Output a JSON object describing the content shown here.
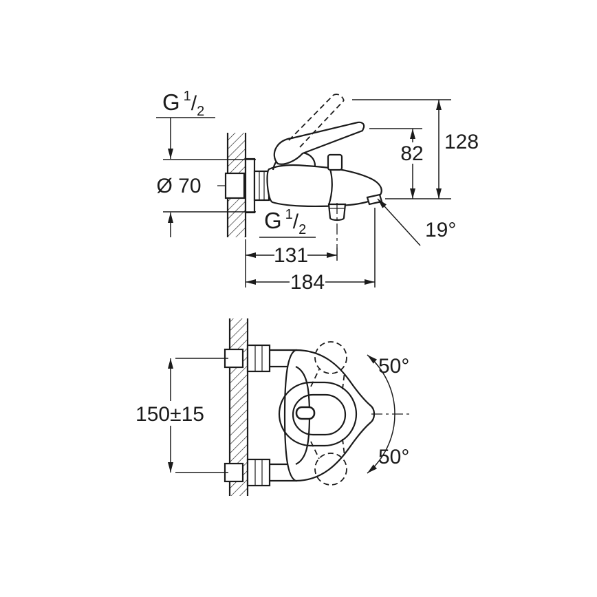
{
  "drawing": {
    "side_view": {
      "inlet_thread": {
        "prefix": "G",
        "numerator": "1",
        "separator": "/",
        "denominator": "2"
      },
      "escutcheon_diameter": "Ø 70",
      "outlet_to_handle": "82",
      "outlet_to_open_handle": "128",
      "spout_angle": "19°",
      "shower_outlet_thread": {
        "prefix": "G",
        "numerator": "1",
        "separator": "/",
        "denominator": "2"
      },
      "wall_to_shower_outlet": "131",
      "wall_to_spout_tip": "184"
    },
    "front_view": {
      "inlet_spacing": "150±15",
      "handle_swing_up": "50°",
      "handle_swing_down": "50°"
    },
    "colors": {
      "line": "#1b1b1b",
      "background": "#ffffff"
    }
  }
}
